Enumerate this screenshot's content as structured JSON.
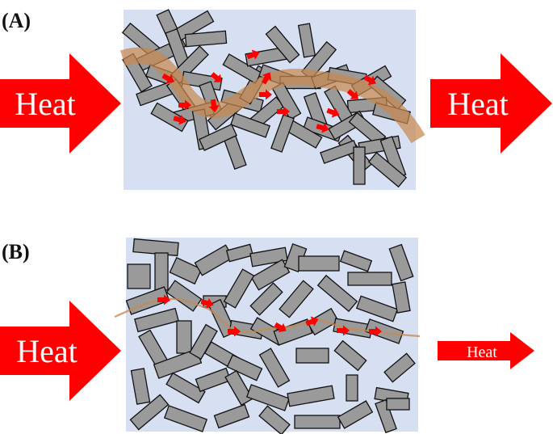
{
  "panels": [
    {
      "id": "A",
      "label": "(A)",
      "heat_in": "Heat",
      "heat_out": "Heat",
      "heat_out_size": "large"
    },
    {
      "id": "B",
      "label": "(B)",
      "heat_in": "Heat",
      "heat_out": "Heat",
      "heat_out_size": "small"
    }
  ],
  "colors": {
    "panel_background": "#d6e0f2",
    "arrow_red": "#ff0000",
    "flake_fill": "#9a9a9a",
    "flake_stroke": "#111111",
    "path_A": "#c8884f",
    "path_B": "#c8884f"
  },
  "icons": [
    "big-red-heat-arrow",
    "small-red-heat-arrow",
    "phonon-transfer-arrow"
  ]
}
